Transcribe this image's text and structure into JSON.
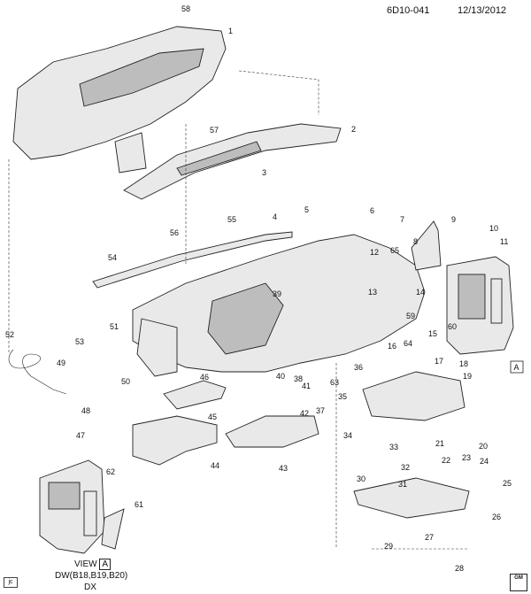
{
  "header": {
    "diagram_code": "6D10-041",
    "date": "12/13/2012"
  },
  "view_caption": {
    "label": "VIEW",
    "ref": "A",
    "variants": "DW(B18,B19,B20)",
    "variant_suffix": "DX"
  },
  "corner_tag": "jc",
  "logo_text": "GM",
  "callouts": [
    "1",
    "2",
    "3",
    "4",
    "5",
    "6",
    "7",
    "8",
    "9",
    "10",
    "11",
    "12",
    "13",
    "14",
    "15",
    "16",
    "17",
    "18",
    "19",
    "20",
    "21",
    "22",
    "23",
    "24",
    "25",
    "26",
    "27",
    "28",
    "29",
    "30",
    "31",
    "32",
    "33",
    "34",
    "35",
    "36",
    "37",
    "38",
    "39",
    "40",
    "41",
    "42",
    "43",
    "44",
    "45",
    "46",
    "47",
    "48",
    "49",
    "50",
    "51",
    "52",
    "53",
    "54",
    "55",
    "56",
    "57",
    "58",
    "59",
    "60",
    "61",
    "62",
    "63",
    "64",
    "65"
  ],
  "view_ref_box": "A"
}
